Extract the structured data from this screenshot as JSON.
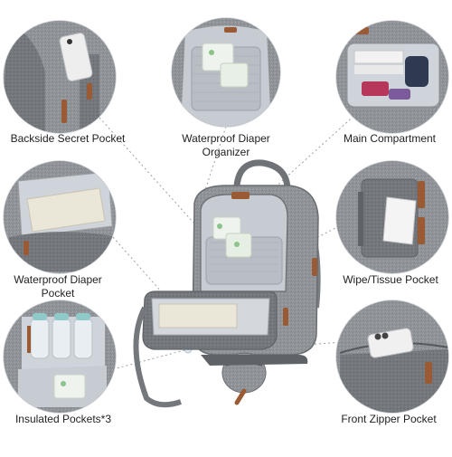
{
  "callouts": {
    "backside_secret_pocket": "Backside Secret Pocket",
    "waterproof_diaper_organizer_line1": "Waterproof Diaper",
    "waterproof_diaper_organizer_line2": "Organizer",
    "main_compartment": "Main Compartment",
    "waterproof_diaper_pocket_line1": "Waterproof Diaper",
    "waterproof_diaper_pocket_line2": "Pocket",
    "wipe_tissue_pocket": "Wipe/Tissue Pocket",
    "insulated_pockets": "Insulated Pockets*3",
    "front_zipper_pocket": "Front Zipper Pocket"
  },
  "colors": {
    "fabric_gray": "#8f9296",
    "fabric_dark": "#6d7075",
    "lining_light": "#c9ced4",
    "leather_brown": "#9a5a33",
    "callout_line": "#9aa0a6"
  }
}
